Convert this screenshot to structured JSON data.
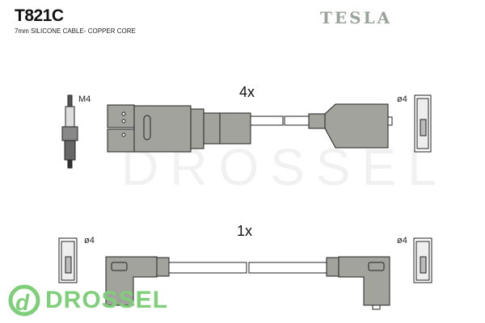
{
  "header": {
    "part_number": "T821C",
    "description": "7mm SILICONE CABLE- COPPER CORE",
    "brand": "TESLA"
  },
  "diagram": {
    "top_set": {
      "quantity": "4x",
      "plug_thread": "M4",
      "terminal_diameter": "ø4"
    },
    "bottom_set": {
      "quantity": "1x",
      "left_terminal_diameter": "ø4",
      "right_terminal_diameter": "ø4"
    }
  },
  "watermark": {
    "text": "DROSSEL",
    "logo_text": "DROSSEL"
  },
  "colors": {
    "part_fill": "#a2a39c",
    "logo_green": "#7fcf7a"
  }
}
